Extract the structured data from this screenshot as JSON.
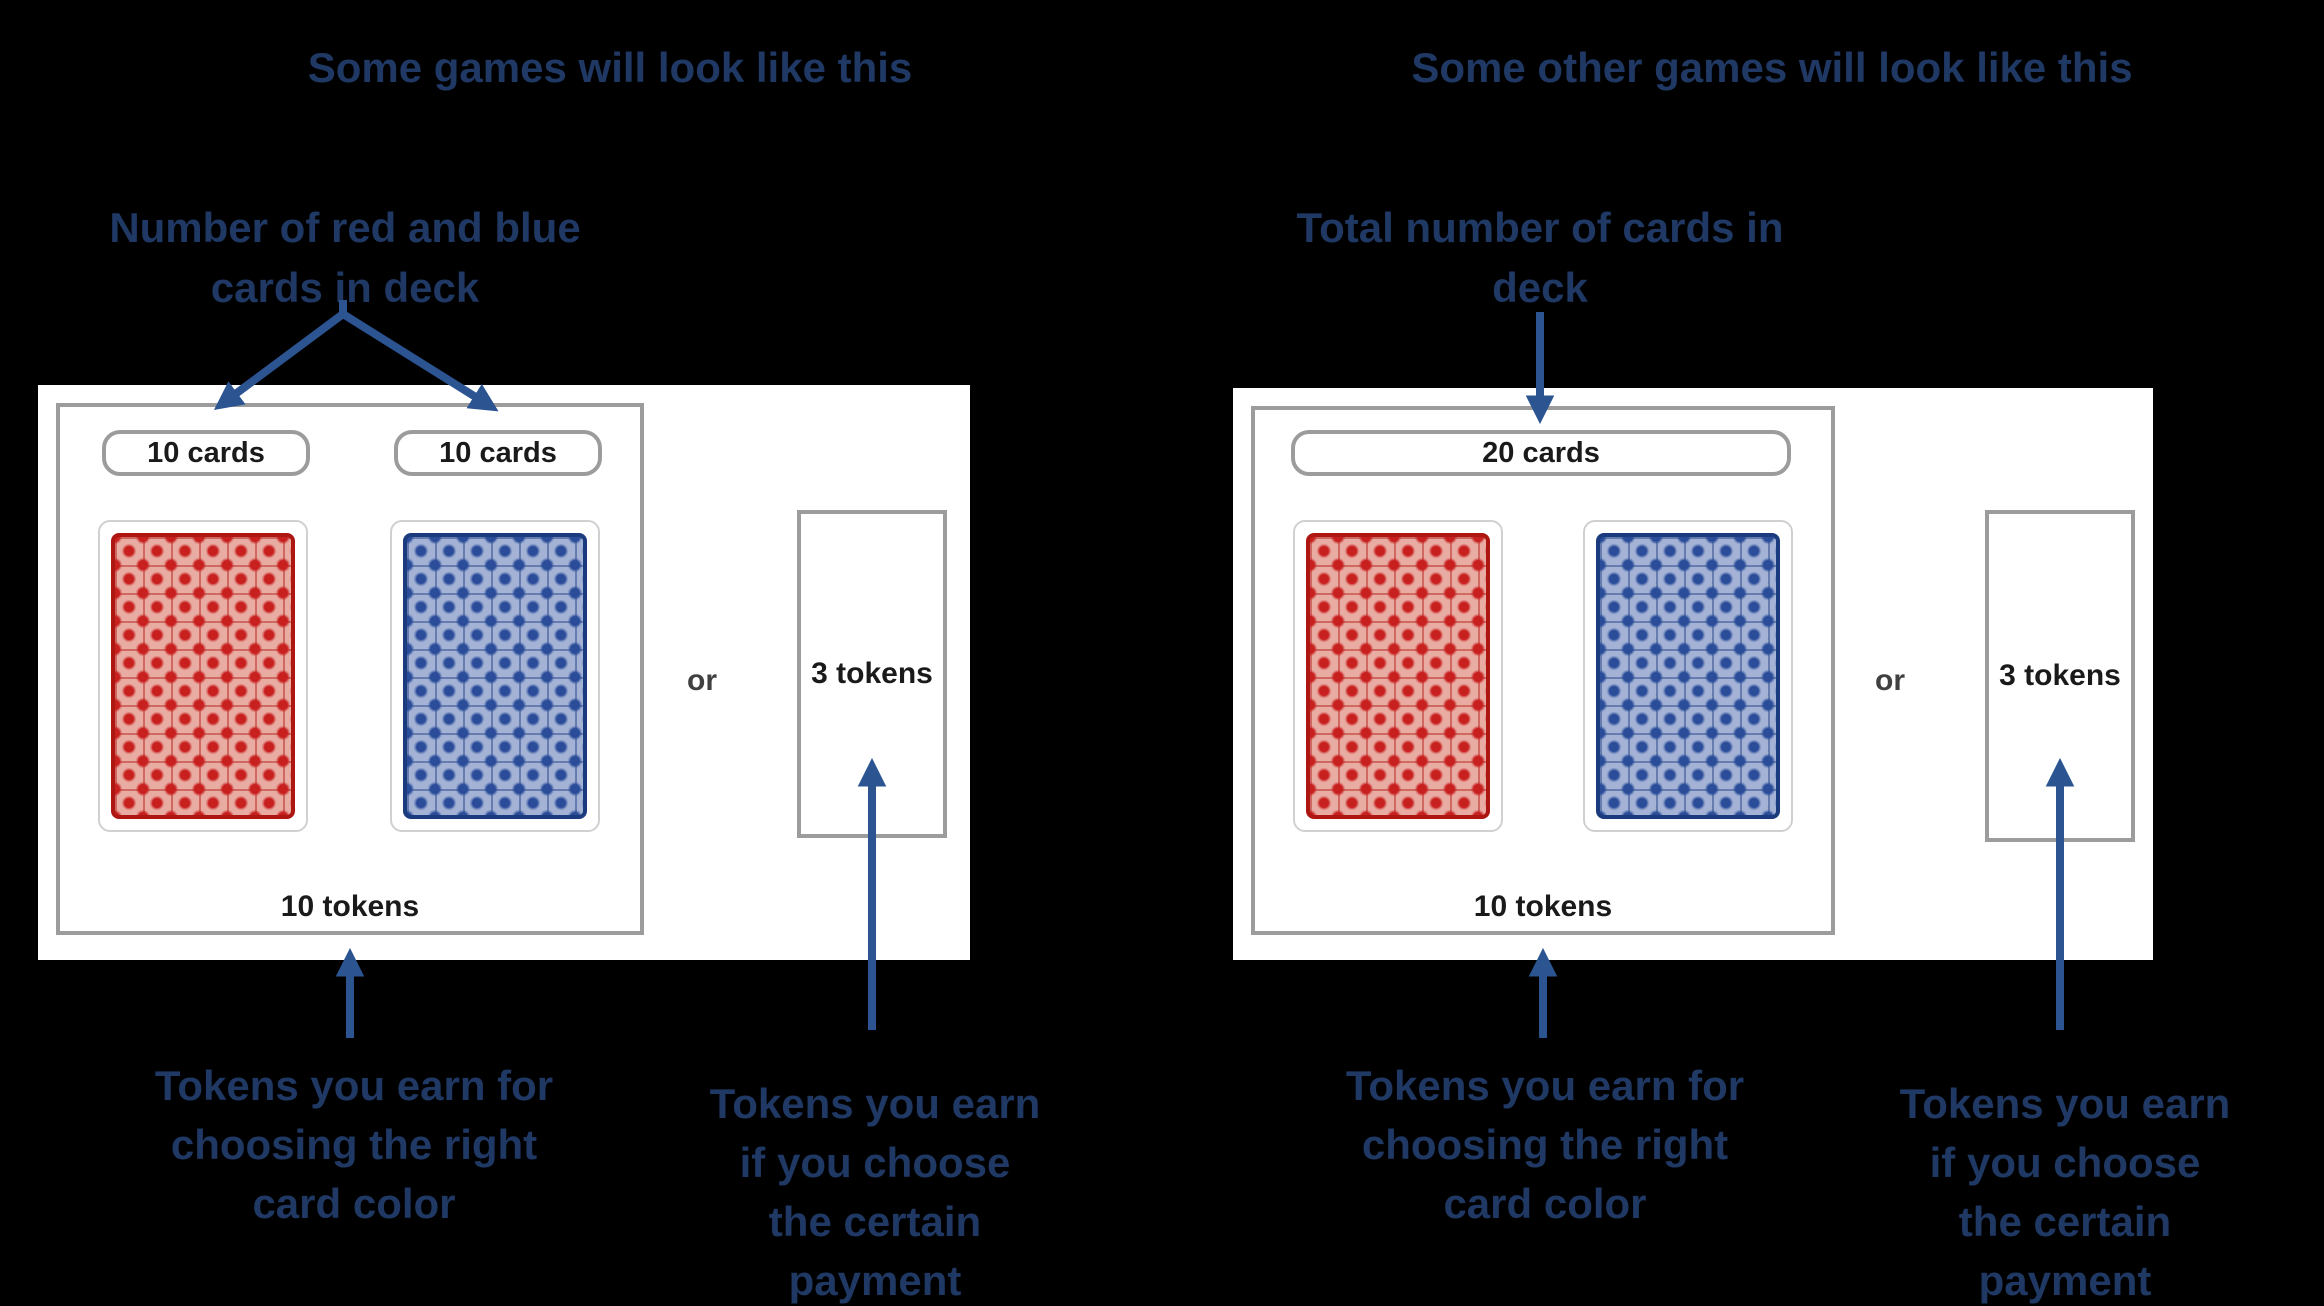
{
  "colors": {
    "background": "#000000",
    "panel_background": "#ffffff",
    "box_border_gray": "#9c9c9c",
    "annotation_navy": "#1f3864",
    "arrow_blue": "#2b5491",
    "label_black": "#1a1a1a",
    "card_red": "#c7201f",
    "card_red_border": "#ae1612",
    "card_blue": "#2a4c99",
    "card_blue_border": "#1c3a7e"
  },
  "left_game": {
    "title": "Some games will look like this",
    "top_annotation_lines": [
      "Number of red and blue",
      "cards in deck"
    ],
    "deck_labels": [
      "10 cards",
      "10 cards"
    ],
    "cards": [
      "red card back",
      "blue card back"
    ],
    "reward_label": "10 tokens",
    "or_label": "or",
    "certain_label": "3 tokens",
    "reward_annotation_lines": [
      "Tokens you earn for",
      "choosing the right",
      "card color"
    ],
    "certain_annotation_lines": [
      "Tokens you earn",
      "if you choose",
      "the certain",
      "payment"
    ]
  },
  "right_game": {
    "title": "Some other games will look like this",
    "top_annotation_lines": [
      "Total number of cards in",
      "deck"
    ],
    "deck_label": "20 cards",
    "cards": [
      "red card back",
      "blue card back"
    ],
    "reward_label": "10 tokens",
    "or_label": "or",
    "certain_label": "3 tokens",
    "reward_annotation_lines": [
      "Tokens you earn for",
      "choosing the right",
      "card color"
    ],
    "certain_annotation_lines": [
      "Tokens you earn",
      "if you choose",
      "the certain",
      "payment"
    ]
  }
}
